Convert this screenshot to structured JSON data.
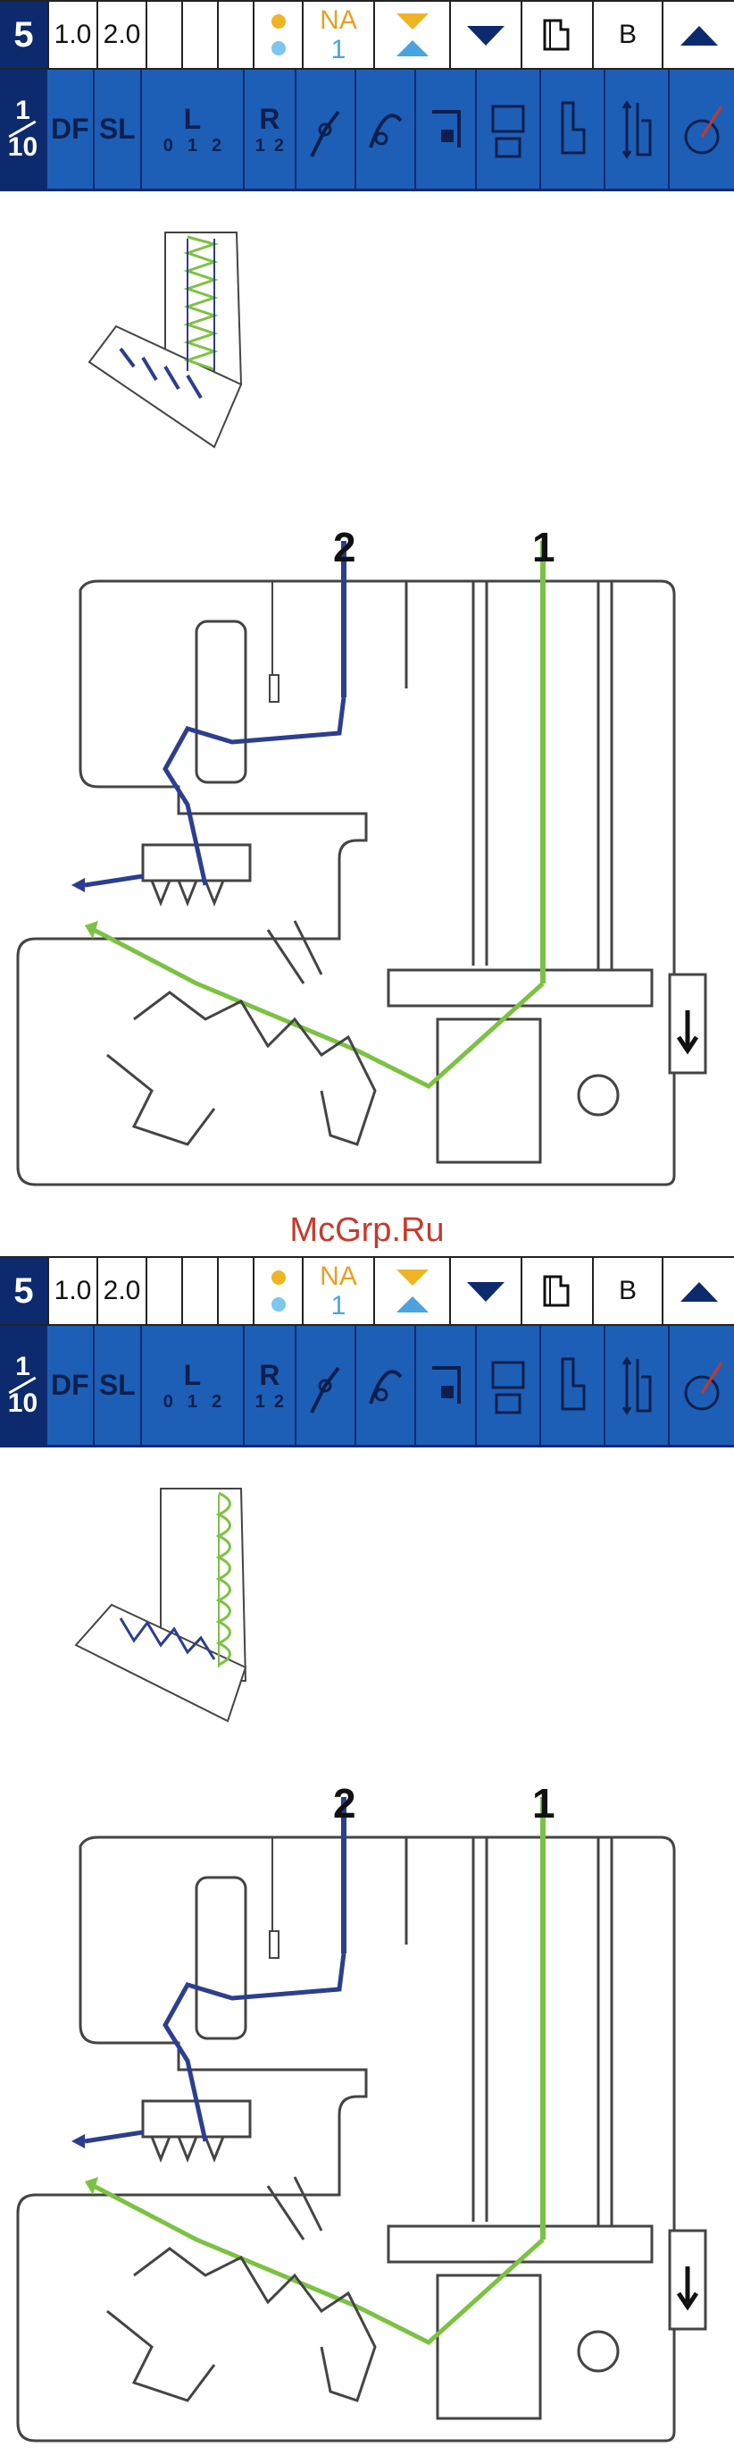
{
  "panels": [
    {
      "toolbar": {
        "step_number": "5",
        "length_a": "1.0",
        "length_b": "2.0",
        "na_label": "NA",
        "na_value": "1",
        "b_label": "B",
        "fraction_top": "1",
        "fraction_bottom": "10",
        "df_label": "DF",
        "sl_label": "SL",
        "l_label": "L",
        "l_positions": [
          "0",
          "1",
          "2"
        ],
        "r_label": "R",
        "r_positions": [
          "1",
          "2"
        ]
      },
      "diagram_labels": {
        "thread_2": "2",
        "thread_1": "1"
      }
    },
    {
      "toolbar": {
        "step_number": "5",
        "length_a": "1.0",
        "length_b": "2.0",
        "na_label": "NA",
        "na_value": "1",
        "b_label": "B",
        "fraction_top": "1",
        "fraction_bottom": "10",
        "df_label": "DF",
        "sl_label": "SL",
        "l_label": "L",
        "l_positions": [
          "0",
          "1",
          "2"
        ],
        "r_label": "R",
        "r_positions": [
          "1",
          "2"
        ]
      },
      "diagram_labels": {
        "thread_2": "2",
        "thread_1": "1"
      }
    }
  ],
  "watermark": "McGrp.Ru",
  "colors": {
    "toolbar_blue": "#1d5fb6",
    "navy": "#0e2a6e",
    "thread_green": "#7cc242",
    "thread_blue": "#2c3e8f",
    "watermark_red": "#c7392b"
  }
}
